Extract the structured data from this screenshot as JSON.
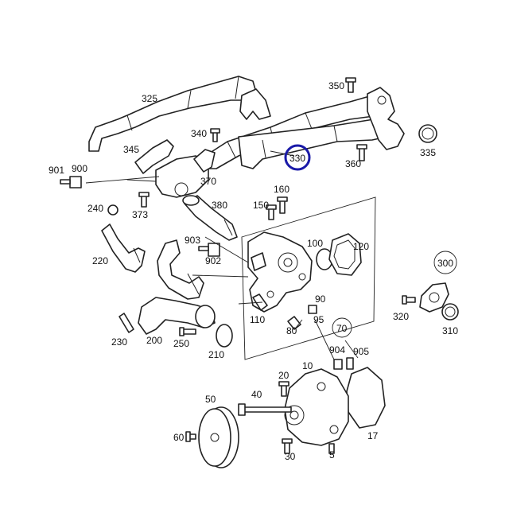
{
  "highlight_color": "#1a1aa8",
  "labels": {
    "l325": "325",
    "l350": "350",
    "l340": "340",
    "l345": "345",
    "l330": "330",
    "l335": "335",
    "l360": "360",
    "l901": "901",
    "l900": "900",
    "l370": "370",
    "l160": "160",
    "l240": "240",
    "l373": "373",
    "l380": "380",
    "l150": "150",
    "l903": "903",
    "l100": "100",
    "l120": "120",
    "l220": "220",
    "l902": "902",
    "l300": "300",
    "l90": "90",
    "l110": "110",
    "l95": "95",
    "l80": "80",
    "l320": "320",
    "l70": "70",
    "l310": "310",
    "l230": "230",
    "l200": "200",
    "l250": "250",
    "l210": "210",
    "l904": "904",
    "l905": "905",
    "l20": "20",
    "l50": "50",
    "l40": "40",
    "l10": "10",
    "l60": "60",
    "l17": "17",
    "l30": "30",
    "l5": "5"
  }
}
